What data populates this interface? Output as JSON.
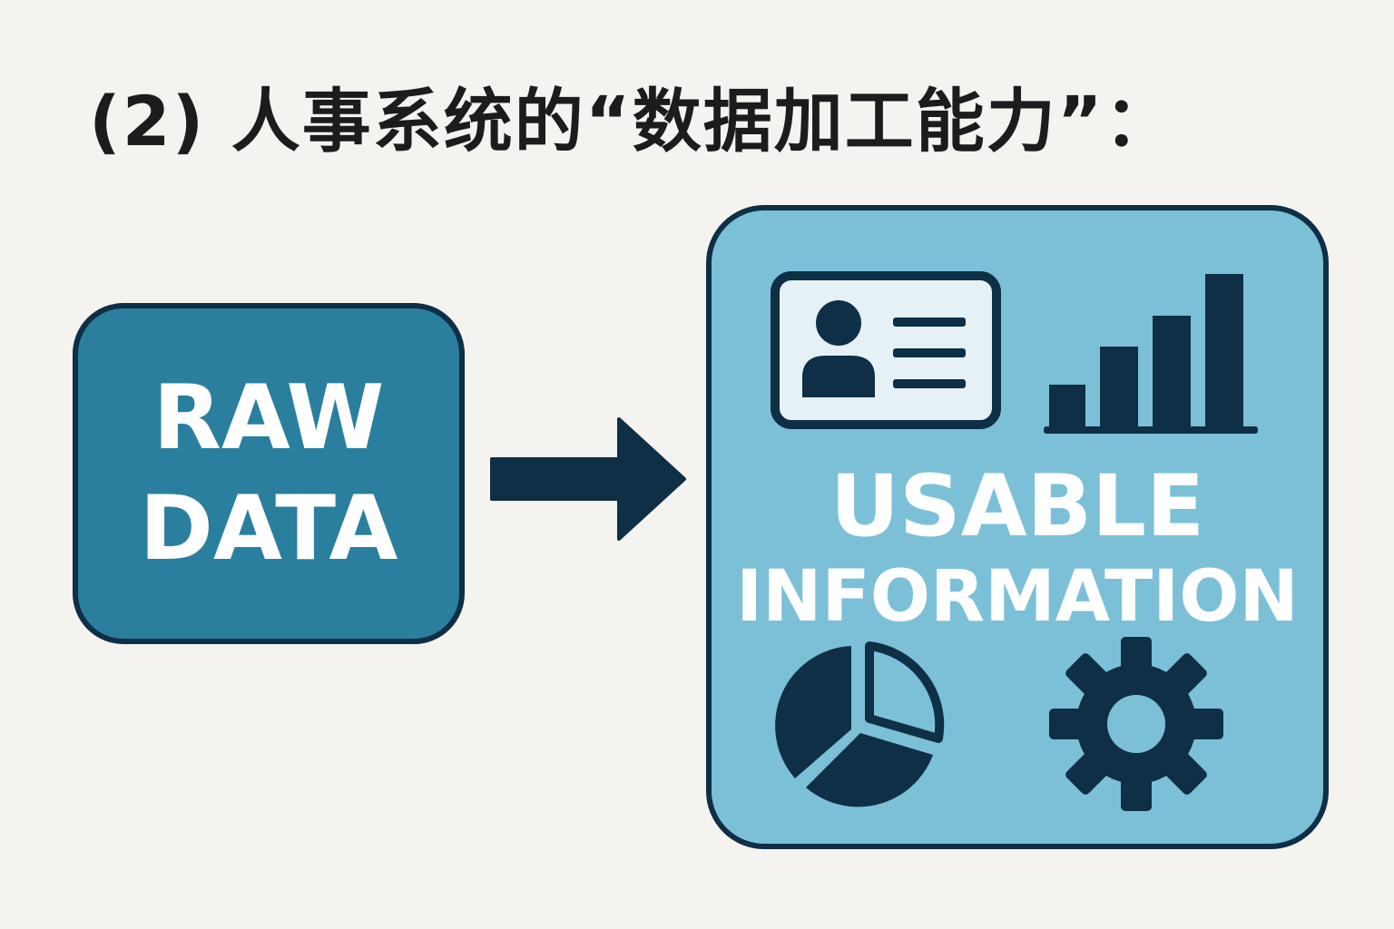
{
  "title": "(2) 人事系统的“数据加工能力”：",
  "source_box": {
    "line1": "RAW",
    "line2": "DATA"
  },
  "target_box": {
    "line1": "USABLE",
    "line2": "INFORMATION",
    "icons": [
      "id-card-icon",
      "bar-chart-icon",
      "pie-chart-icon",
      "gear-icon"
    ]
  },
  "connector": "arrow-right-icon",
  "colors": {
    "background": "#f4f3f0",
    "raw_fill": "#2b7f9e",
    "usable_fill": "#7cc0d8",
    "outline": "#0e2f45",
    "card_fill": "#e6f1f6",
    "text_light": "#ffffff",
    "text_dark": "#1c1c1c"
  }
}
